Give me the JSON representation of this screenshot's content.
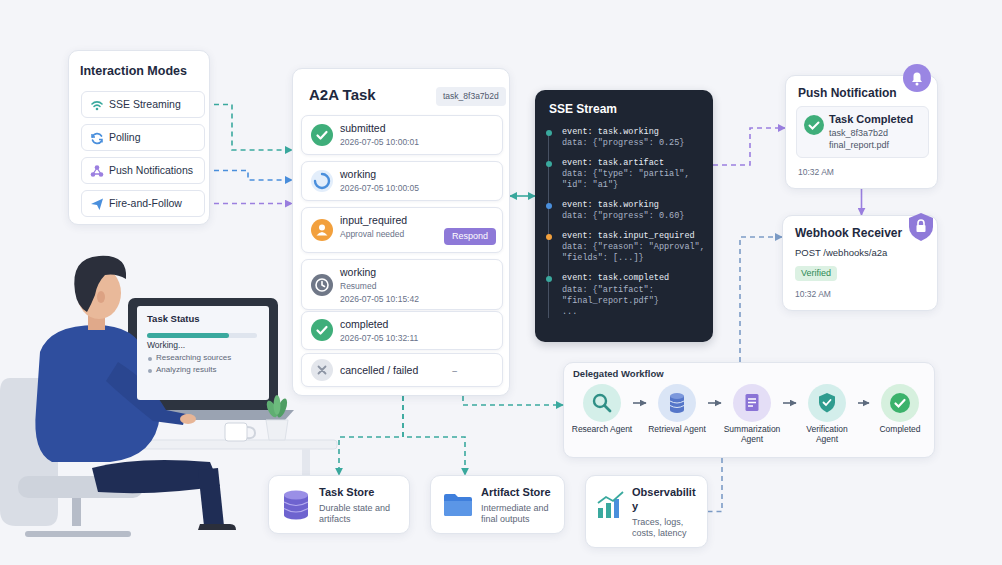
{
  "diagram": {
    "nodes": [
      {
        "text": [
          "Interaction Modes"
        ]
      },
      {
        "text": [
          "SSE Streaming"
        ],
        "in": 0
      },
      {
        "text": [
          "Polling"
        ],
        "in": 0
      },
      {
        "text": [
          "Push Notifications"
        ],
        "in": 0
      },
      {
        "text": [
          "Fire-and-Follow"
        ],
        "in": 0
      },
      {
        "text": [
          "A2A Task"
        ]
      },
      {
        "text": [
          "task_8f3a7b2d"
        ],
        "in": 5
      },
      {
        "text": [
          "submitted",
          "2026-07-05 10:00:01"
        ],
        "in": 5
      },
      {
        "text": [
          "working",
          "2026-07-05 10:00:05"
        ],
        "in": 5
      },
      {
        "text": [
          "input_required",
          "Approval needed"
        ],
        "in": 5
      },
      {
        "text": [
          "Respond"
        ],
        "in": 9
      },
      {
        "text": [
          "working",
          "Resumed",
          "2026-07-05 10:15:42"
        ],
        "in": 5
      },
      {
        "text": [
          "completed",
          "2026-07-05 10:32:11"
        ],
        "in": 5
      },
      {
        "text": [
          "cancelled / failed",
          "–"
        ],
        "in": 5
      },
      {
        "text": [
          "SSE Stream",
          "event: task.working",
          "data: {\"progress\": 0.25}",
          "event: task.artifact",
          "data: {\"type\": \"partial\", \"id\": \"a1\"}",
          "event: task.working",
          "data: {\"progress\": 0.60}",
          "event: task.input_required",
          "data: {\"reason\": \"Approval\", \"fields\": [...]}",
          "event: task.completed",
          "data: {\"artifact\": \"final_report.pdf\"}",
          "..."
        ]
      },
      {
        "text": [
          "Push Notification",
          "10:32 AM"
        ]
      },
      {
        "text": [
          "Task Completed",
          "task_8f3a7b2d",
          "final_report.pdf"
        ],
        "in": 15
      },
      {
        "text": [
          "Webhook Receiver",
          "POST /webhooks/a2a",
          "10:32 AM"
        ]
      },
      {
        "text": [
          "Verified"
        ],
        "in": 17
      },
      {
        "text": [
          "Delegated Workflow"
        ]
      },
      {
        "text": [
          "Research Agent"
        ],
        "in": 19
      },
      {
        "text": [
          "Retrieval Agent"
        ],
        "in": 19
      },
      {
        "text": [
          "Summarization Agent"
        ],
        "in": 19
      },
      {
        "text": [
          "Verification Agent"
        ],
        "in": 19
      },
      {
        "text": [
          "Completed"
        ],
        "in": 19
      },
      {
        "text": [
          "Task Store",
          "Durable state and artifacts"
        ]
      },
      {
        "text": [
          "Artifact Store",
          "Intermediate and final outputs"
        ]
      },
      {
        "text": [
          "Observability",
          "Traces, logs, costs, latency"
        ]
      },
      {
        "text": [
          "Task Status",
          "Working...",
          "Researching sources",
          "Analyzing results"
        ]
      }
    ],
    "edges": [
      {
        "from": 1,
        "to": 5,
        "arrow": "to"
      },
      {
        "from": 3,
        "to": 5,
        "arrow": "to"
      },
      {
        "from": 4,
        "to": 5,
        "arrow": "to"
      },
      {
        "from": 5,
        "to": 14,
        "arrow": "both"
      },
      {
        "from": 14,
        "to": 15,
        "arrow": "to"
      },
      {
        "from": 15,
        "to": 17,
        "arrow": "to"
      },
      {
        "from": 19,
        "to": 17,
        "arrow": "to"
      },
      {
        "from": 5,
        "to": 19,
        "arrow": "to"
      },
      {
        "from": 5,
        "to": 25,
        "arrow": "to"
      },
      {
        "from": 5,
        "to": 26,
        "arrow": "to"
      },
      {
        "from": 19,
        "to": 27,
        "arrow": "none"
      },
      {
        "from": 20,
        "to": 21,
        "arrow": "to"
      },
      {
        "from": 21,
        "to": 22,
        "arrow": "to"
      },
      {
        "from": 22,
        "to": 23,
        "arrow": "to"
      },
      {
        "from": 23,
        "to": 24,
        "arrow": "to"
      }
    ]
  }
}
